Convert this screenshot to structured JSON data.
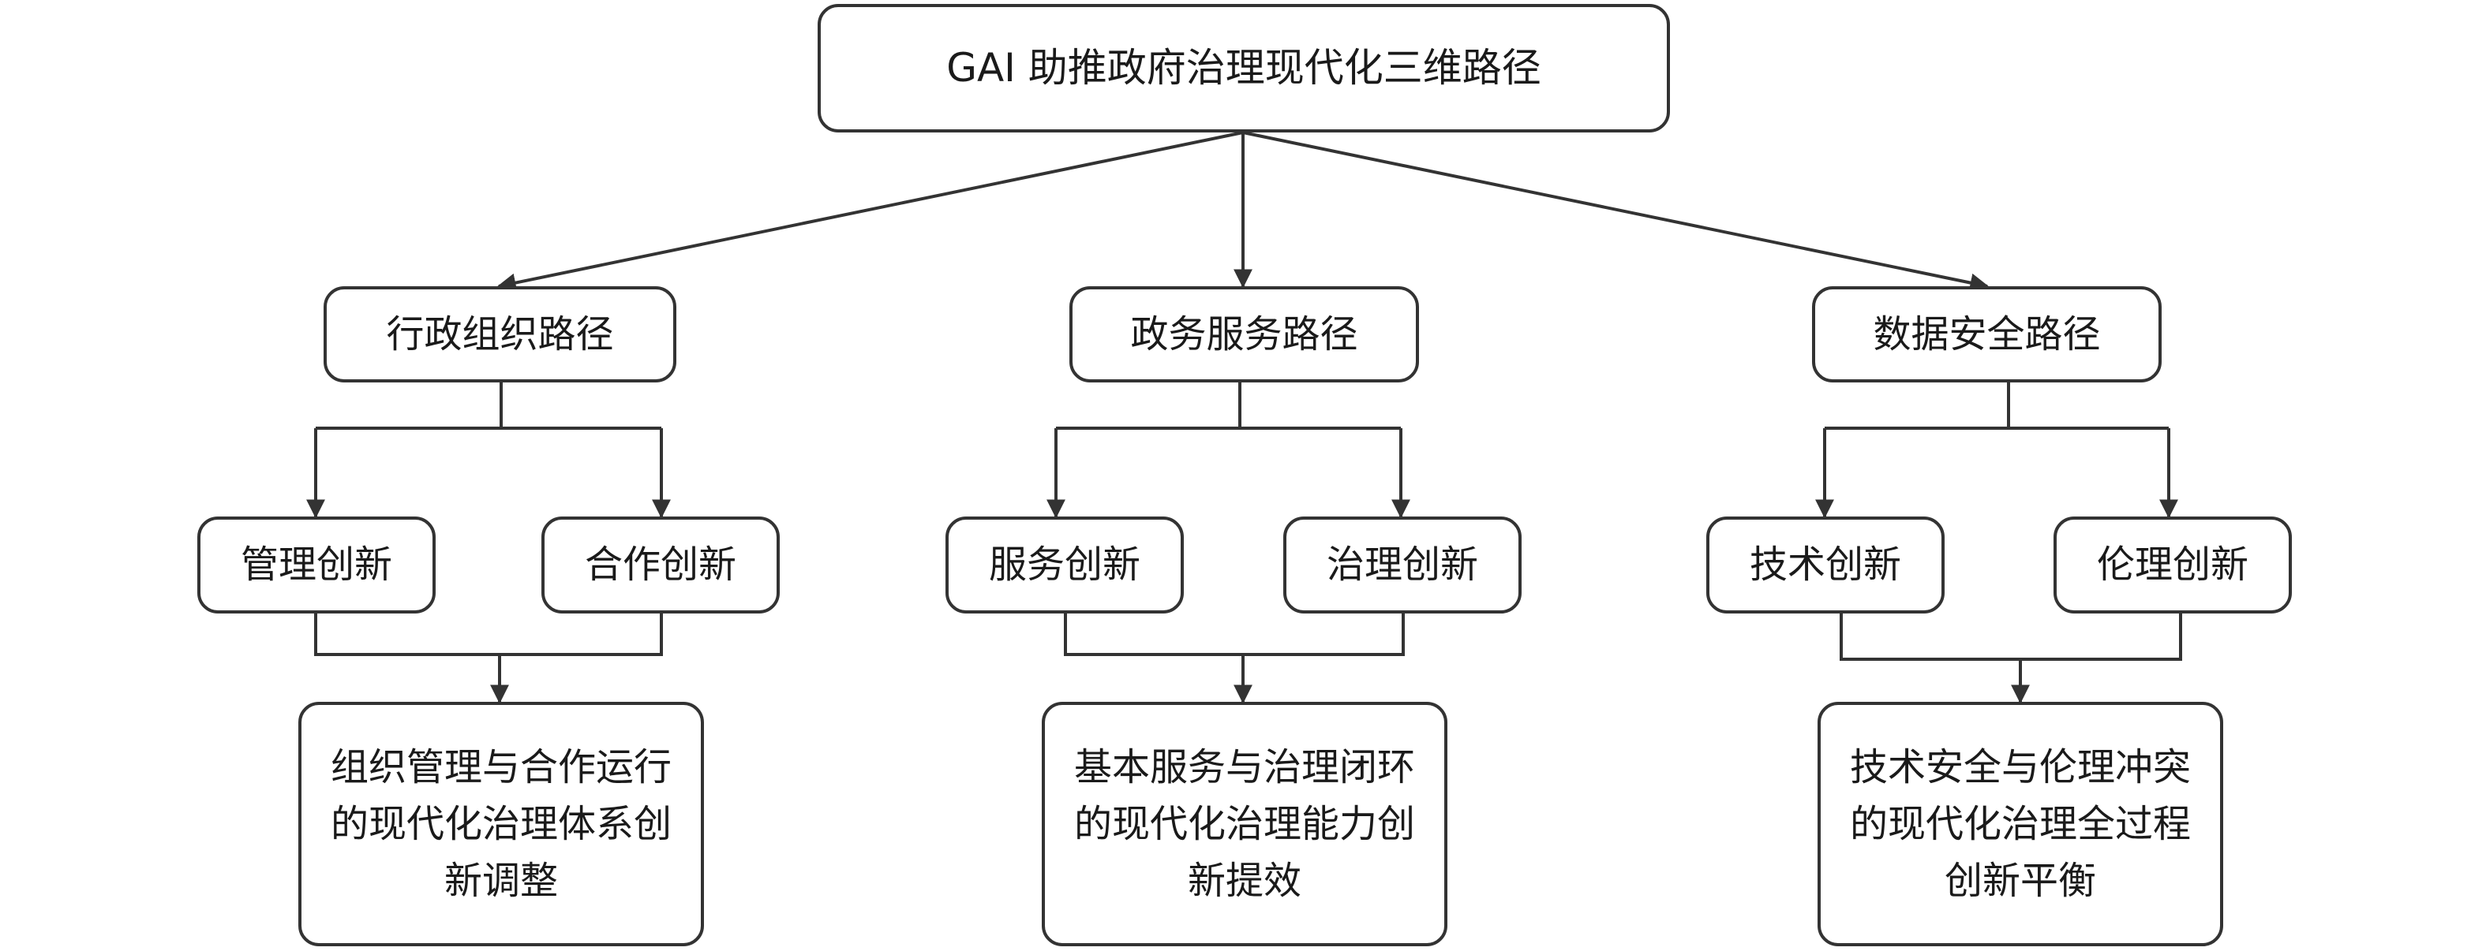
{
  "root": {
    "label": "GAI 助推政府治理现代化三维路径"
  },
  "paths": [
    {
      "label": "行政组织路径",
      "children": [
        "管理创新",
        "合作创新"
      ],
      "outcome": "组织管理与合作运行的现代化治理体系创新调整"
    },
    {
      "label": "政务服务路径",
      "children": [
        "服务创新",
        "治理创新"
      ],
      "outcome": "基本服务与治理闭环的现代化治理能力创新提效"
    },
    {
      "label": "数据安全路径",
      "children": [
        "技术创新",
        "伦理创新"
      ],
      "outcome": "技术安全与伦理冲突的现代化治理全过程创新平衡"
    }
  ],
  "colors": {
    "stroke": "#333333",
    "text": "#1a1a1a",
    "background": "#ffffff"
  }
}
